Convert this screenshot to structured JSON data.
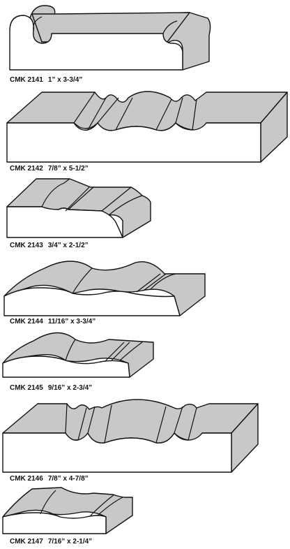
{
  "profiles": [
    {
      "code": "CMK 2141",
      "size": "1” x 3-3/4”"
    },
    {
      "code": "CMK 2142",
      "size": "7/8” x 5-1/2”"
    },
    {
      "code": "CMK 2143",
      "size": "3/4” x 2-1/2”"
    },
    {
      "code": "CMK 2144",
      "size": "11/16” x 3-3/4”"
    },
    {
      "code": "CMK 2145",
      "size": "9/16” x 2-3/4”"
    },
    {
      "code": "CMK 2146",
      "size": "7/8” x 4-7/8”"
    },
    {
      "code": "CMK 2147",
      "size": "7/16” x 2-1/4”"
    }
  ]
}
